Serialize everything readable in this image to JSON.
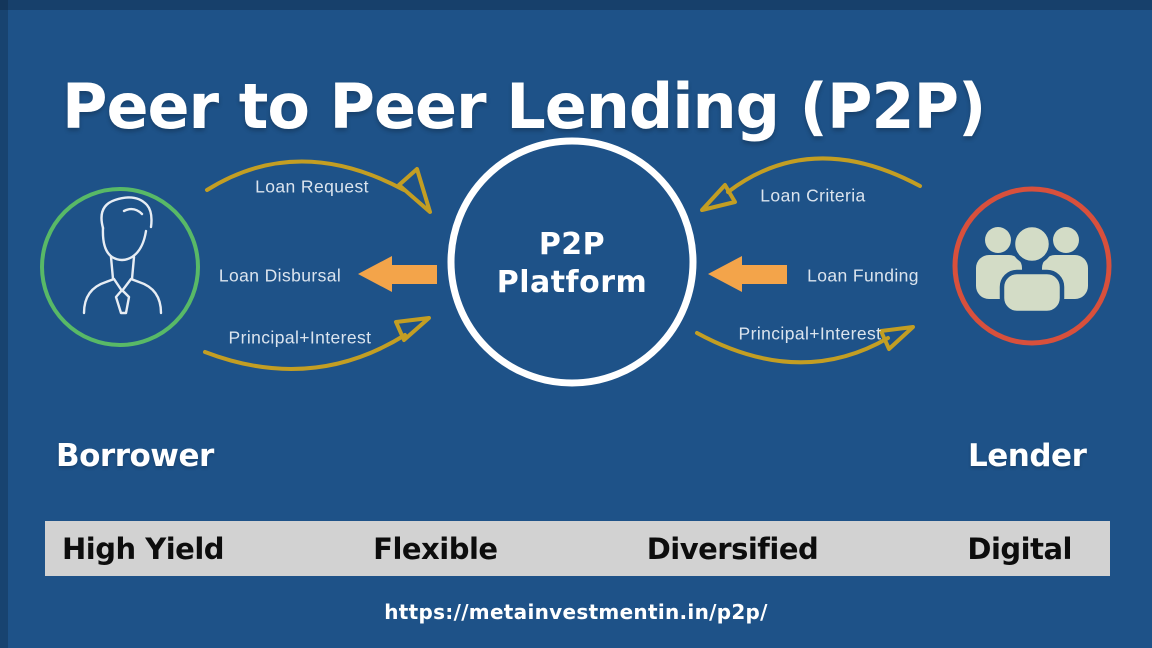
{
  "title": "Peer to Peer Lending (P2P)",
  "platform": {
    "line1": "P2P",
    "line2": "Platform"
  },
  "actors": {
    "borrower": "Borrower",
    "lender": "Lender"
  },
  "flows": {
    "loan_request": "Loan Request",
    "loan_disbursal": "Loan Disbursal",
    "principal_interest_left": "Principal+Interest",
    "loan_criteria": "Loan Criteria",
    "loan_funding": "Loan Funding",
    "principal_interest_right": "Principal+Interest"
  },
  "benefits": [
    "High Yield",
    "Flexible",
    "Diversified",
    "Digital"
  ],
  "url": "https://metainvestmentin.in/p2p/",
  "icons": {
    "borrower": "person-outline-icon",
    "lender": "people-group-icon"
  },
  "colors": {
    "background": "#1e5288",
    "arrow_gold": "#c39e23",
    "arrow_orange": "#f3a44a",
    "borrower_ring_green": "#58b967",
    "lender_ring_red": "#d8503c",
    "lender_icon_fill": "#d3dcc6",
    "benefits_bar_gray": "#d2d2d2",
    "label_text": "#dbe4ee",
    "title_text": "#ffffff"
  }
}
